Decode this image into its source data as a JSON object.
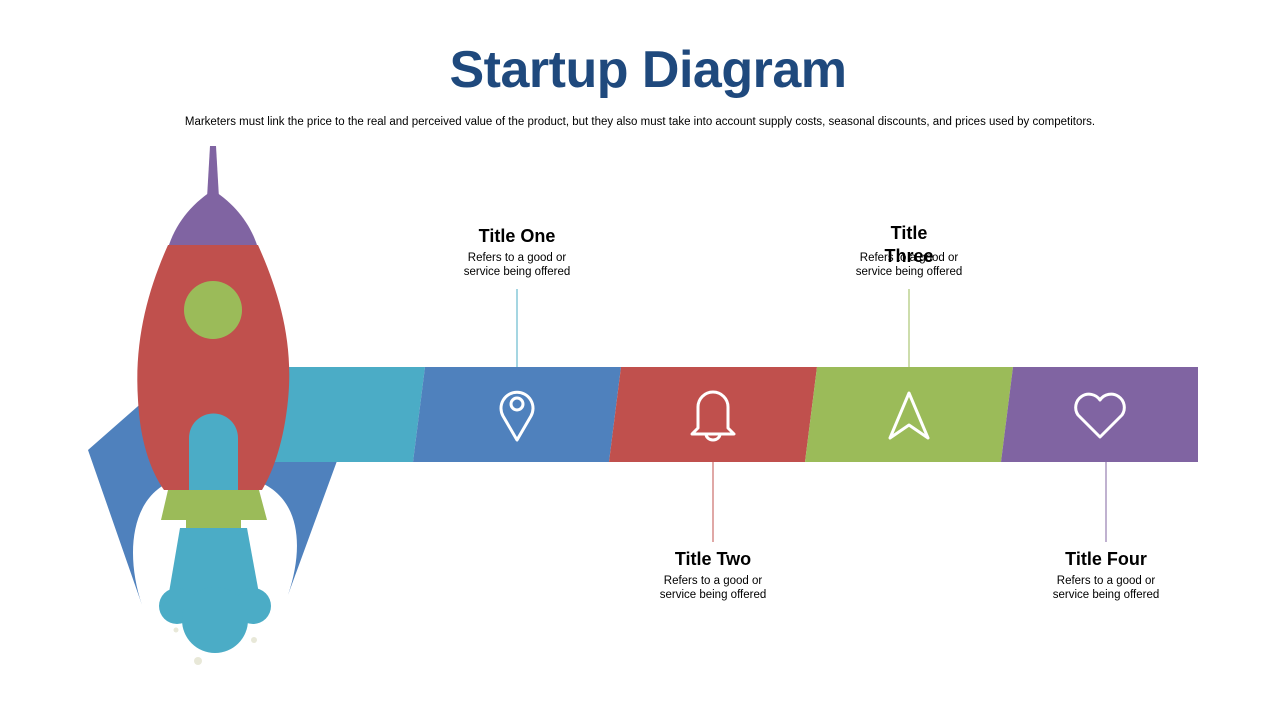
{
  "slide": {
    "title": "Startup Diagram",
    "subtitle": "Marketers must link the price to the real and perceived value of the product, but they also must take into account supply costs, seasonal discounts, and prices used by competitors."
  },
  "colors": {
    "title": "#1F497D",
    "teal": "#4BACC6",
    "blue": "#4F81BD",
    "red": "#C0504D",
    "green": "#9BBB59",
    "purple": "#8064A2"
  },
  "steps": [
    {
      "title": "Title One",
      "desc_line1": "Refers to a good or",
      "desc_line2": "service being offered",
      "icon": "map-pin-icon",
      "color": "#4F81BD"
    },
    {
      "title": "Title Two",
      "desc_line1": "Refers to a good or",
      "desc_line2": "service being offered",
      "icon": "bell-icon",
      "color": "#C0504D"
    },
    {
      "title": "Title Three",
      "desc_line1": "Refers to a good or",
      "desc_line2": "service being offered",
      "icon": "navigation-arrow-icon",
      "color": "#9BBB59"
    },
    {
      "title": "Title Four",
      "desc_line1": "Refers to a good or",
      "desc_line2": "service being offered",
      "icon": "heart-icon",
      "color": "#8064A2"
    }
  ]
}
